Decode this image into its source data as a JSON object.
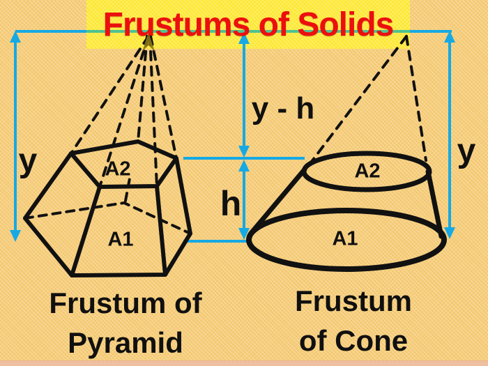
{
  "title": {
    "text": "Frustums of Solids"
  },
  "dimensions": {
    "left_total_height": "y",
    "right_total_height": "y",
    "upper_segment": "y - h",
    "frustum_height": "h"
  },
  "pyramid": {
    "top_face_label": "A2",
    "bottom_face_label": "A1",
    "caption_line1": "Frustum of",
    "caption_line2": "Pyramid"
  },
  "cone": {
    "top_face_label": "A2",
    "bottom_face_label": "A1",
    "caption_line1": "Frustum",
    "caption_line2": "of Cone"
  },
  "colors": {
    "background": "#f6cd7a",
    "title_highlight": "#ffeb3c",
    "title_text": "#ec0f0f",
    "dimension_lines": "#16a9e4",
    "line_over_highlight": "#4ec290",
    "ink": "#111111",
    "footer_strip": "#efbfa2"
  }
}
